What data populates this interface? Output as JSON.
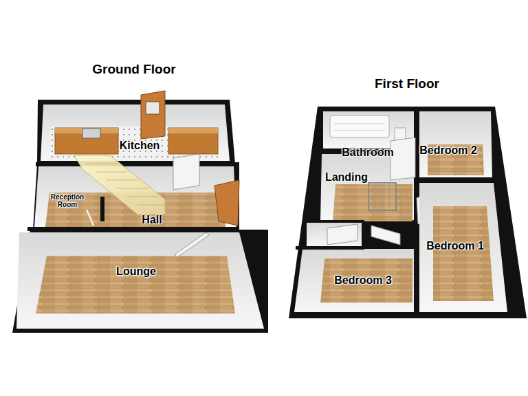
{
  "diagram": {
    "nodes": [
      {
        "text": [
          "Ground Floor"
        ]
      },
      {
        "text": [
          "Kitchen"
        ],
        "in": 0
      },
      {
        "text": [
          "Reception Room"
        ],
        "in": 0
      },
      {
        "text": [
          "Hall"
        ],
        "in": 0
      },
      {
        "text": [
          "Lounge"
        ],
        "in": 0
      },
      {
        "text": [
          "First Floor"
        ]
      },
      {
        "text": [
          "Bathroom"
        ],
        "in": 5
      },
      {
        "text": [
          "Bedroom 2"
        ],
        "in": 5
      },
      {
        "text": [
          "Landing"
        ],
        "in": 5
      },
      {
        "text": [
          "Bedroom 1"
        ],
        "in": 5
      },
      {
        "text": [
          "Bedroom 3"
        ],
        "in": 5
      }
    ]
  }
}
